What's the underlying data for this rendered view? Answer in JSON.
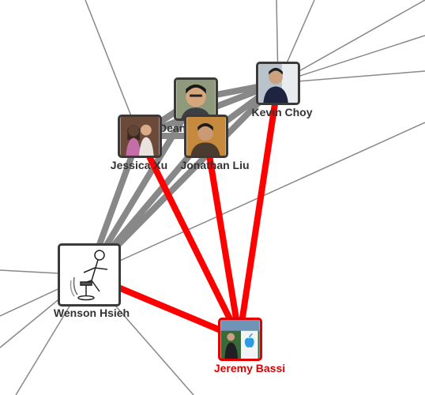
{
  "graph": {
    "selected_color": "#ff0000",
    "edge_color": "#888888",
    "nodes": [
      {
        "id": "kevin",
        "label": "Kevin Choy",
        "icon": "person-photo-icon"
      },
      {
        "id": "dean",
        "label": "Dean Tan",
        "icon": "person-photo-icon"
      },
      {
        "id": "jessica",
        "label": "Jessica Xu",
        "icon": "person-photo-icon"
      },
      {
        "id": "jonathan",
        "label": "Jonathan Liu",
        "icon": "person-photo-icon"
      },
      {
        "id": "wenson",
        "label": "Wenson Hsieh",
        "icon": "stick-figure-sketch-icon"
      },
      {
        "id": "jeremy",
        "label": "Jeremy Bassi",
        "icon": "apple-logo-photo-icon",
        "selected": true
      }
    ]
  }
}
